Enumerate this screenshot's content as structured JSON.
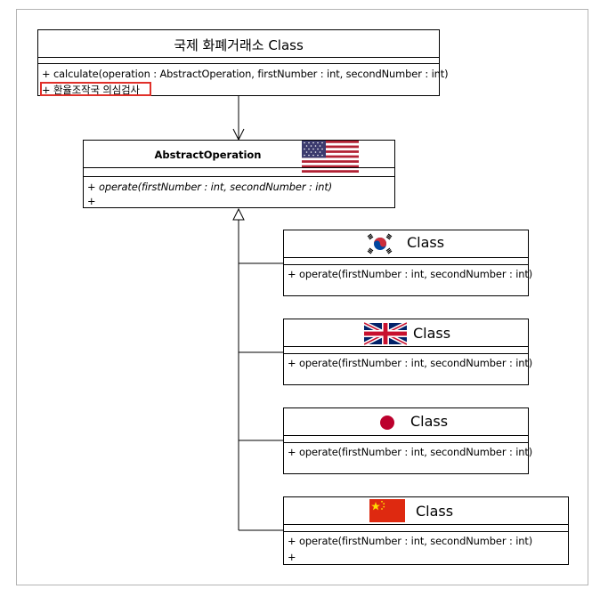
{
  "exchange_class": {
    "title": "국제 화폐거래소 Class",
    "operations": [
      "+ calculate(operation : AbstractOperation, firstNumber : int, secondNumber : int)",
      "+ 환율조작국 의심검사"
    ]
  },
  "abstract_class": {
    "title": "AbstractOperation",
    "flag_icon": "usa-flag-icon",
    "operations": [
      "+ operate(firstNumber : int, secondNumber : int)",
      "+"
    ]
  },
  "korea_class": {
    "title": "Class",
    "flag_icon": "korea-flag-icon",
    "operations": [
      "+ operate(firstNumber : int, secondNumber : int)"
    ]
  },
  "uk_class": {
    "title": "Class",
    "flag_icon": "uk-flag-icon",
    "operations": [
      "+ operate(firstNumber : int, secondNumber : int)"
    ]
  },
  "japan_class": {
    "title": "Class",
    "flag_icon": "japan-flag-icon",
    "operations": [
      "+ operate(firstNumber : int, secondNumber : int)"
    ]
  },
  "china_class": {
    "title": "Class",
    "flag_icon": "china-flag-icon",
    "operations": [
      "+ operate(firstNumber : int, secondNumber : int)",
      "+"
    ]
  },
  "colors": {
    "line": "#000000",
    "highlight": "#e0302a",
    "frame": "#b4b4b4"
  }
}
